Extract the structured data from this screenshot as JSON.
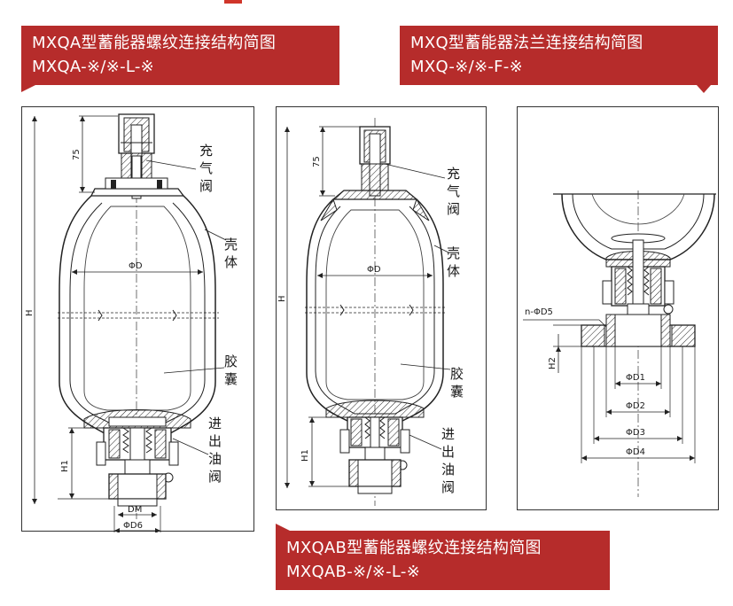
{
  "banners": {
    "a": {
      "line1": "MXQA型蓄能器螺纹连接结构简图",
      "line2": "MXQA-※/※-L-※"
    },
    "b": {
      "line1": "MXQ型蓄能器法兰连接结构简图",
      "line2": "MXQ-※/※-F-※"
    },
    "c": {
      "line1": "MXQAB型蓄能器螺纹连接结构简图",
      "line2": "MXQAB-※/※-L-※"
    }
  },
  "diagram_a": {
    "dim_75": "75",
    "dim_h": "H",
    "dim_h1": "H1",
    "dim_od": "ΦD",
    "dim_dm": "DM",
    "dim_od6": "ΦD6",
    "label_valve": [
      "充",
      "气",
      "阀"
    ],
    "label_shell": [
      "壳",
      "体"
    ],
    "label_bladder": [
      "胶",
      "囊"
    ],
    "label_oil": [
      "进",
      "出",
      "油",
      "阀"
    ]
  },
  "diagram_b": {
    "dim_75": "75",
    "dim_h": "H",
    "dim_h1": "H1",
    "dim_od": "ΦD",
    "label_valve": [
      "充",
      "气",
      "阀"
    ],
    "label_shell": [
      "壳",
      "体"
    ],
    "label_bladder": [
      "胶",
      "囊"
    ],
    "label_oil": [
      "进",
      "出",
      "油",
      "阀"
    ]
  },
  "diagram_c": {
    "dim_nd5": "n-ΦD5",
    "dim_h2": "H2",
    "dim_d1": "ΦD1",
    "dim_d2": "ΦD2",
    "dim_d3": "ΦD3",
    "dim_d4": "ΦD4"
  }
}
